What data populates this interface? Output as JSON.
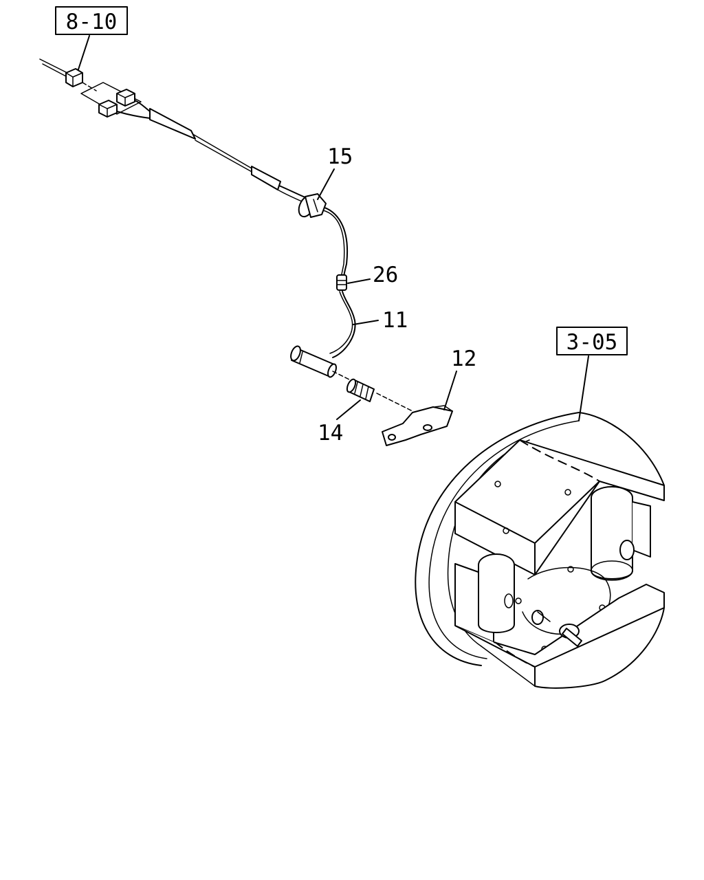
{
  "references": {
    "ref_top": "8-10",
    "ref_right": "3-05"
  },
  "callouts": {
    "c15": "15",
    "c26": "26",
    "c11": "11",
    "c12": "12",
    "c14": "14"
  }
}
